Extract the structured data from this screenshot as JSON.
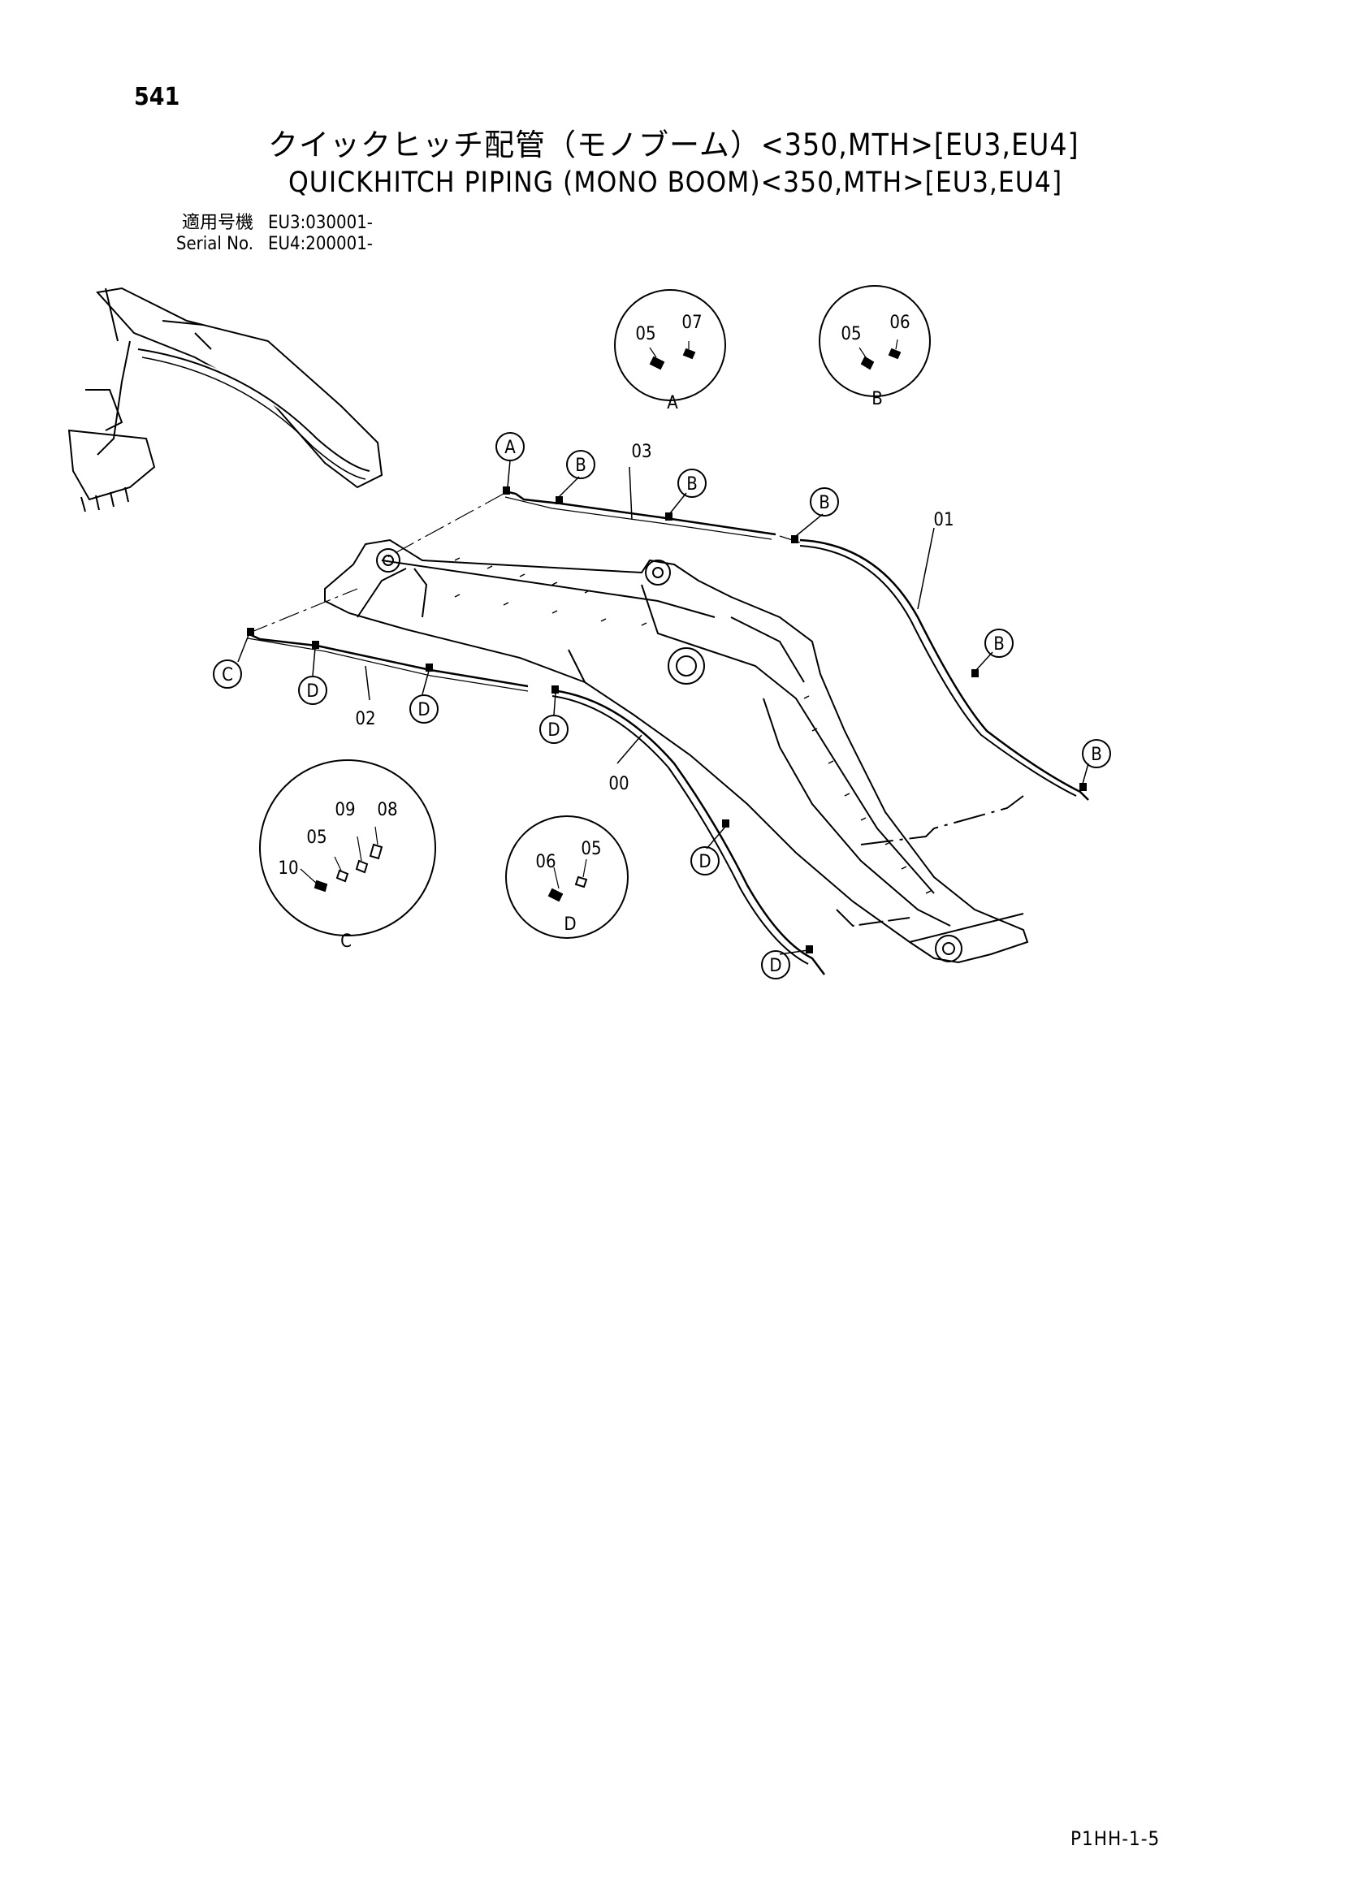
{
  "page_number": "541",
  "title_ja": "クイックヒッチ配管（モノブーム）<350,MTH>[EU3,EU4]",
  "title_en": "QUICKHITCH PIPING (MONO BOOM)<350,MTH>[EU3,EU4]",
  "serial": {
    "label_ja": "適用号機",
    "label_en": "Serial No.",
    "values": [
      "EU3:030001-",
      "EU4:200001-"
    ]
  },
  "footer_code": "P1HH-1-5",
  "parts": {
    "p00": "00",
    "p01": "01",
    "p02": "02",
    "p03": "03"
  },
  "details": {
    "A": {
      "letter": "A",
      "nums": [
        "05",
        "07"
      ]
    },
    "B": {
      "letter": "B",
      "nums": [
        "05",
        "06"
      ]
    },
    "C": {
      "letter": "C",
      "nums": [
        "09",
        "08",
        "05",
        "10"
      ]
    },
    "D": {
      "letter": "D",
      "nums": [
        "06",
        "05"
      ]
    }
  },
  "callout_letters": {
    "A": "A",
    "B": "B",
    "C": "C",
    "D": "D"
  }
}
